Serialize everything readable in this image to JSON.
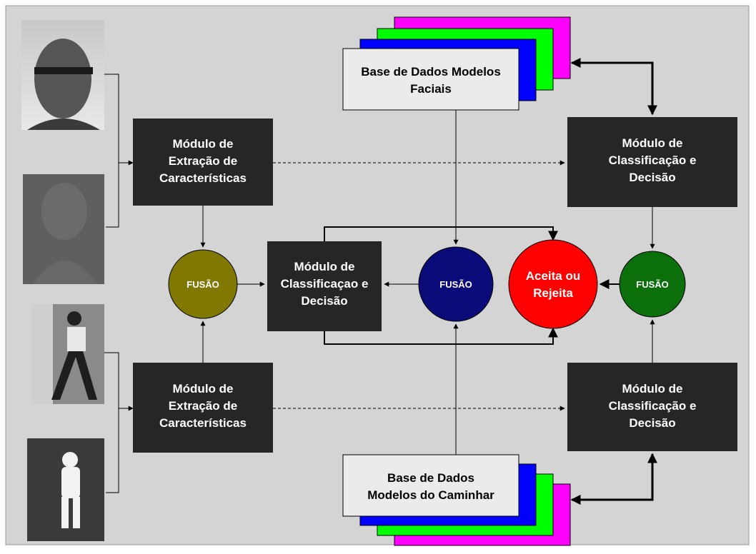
{
  "diagram": {
    "modules": {
      "extract_face": [
        "Módulo de",
        "Extração de",
        "Características"
      ],
      "extract_gait": [
        "Módulo de",
        "Extração de",
        "Características"
      ],
      "classify_face": [
        "Módulo de",
        "Classificação e",
        "Decisão"
      ],
      "classify_gait": [
        "Módulo de",
        "Classificação e",
        "Decisão"
      ],
      "classify_center": [
        "Módulo de",
        "Classificaçao e",
        "Decisão"
      ]
    },
    "fusion": {
      "left": "FUSÃO",
      "center": "FUSÃO",
      "right": "FUSÃO"
    },
    "decision": [
      "Aceita ou",
      "Rejeita"
    ],
    "databases": {
      "face": [
        "Base de Dados Modelos",
        "Faciais"
      ],
      "gait": [
        "Base de Dados",
        "Modelos do Caminhar"
      ]
    },
    "colors": {
      "background": "#d4d4d4",
      "module": "#262626",
      "fusion_left": "#807800",
      "fusion_center": "#0a0a78",
      "fusion_right": "#0b700b",
      "decision": "#ff0000",
      "stack_magenta": "#ff00ff",
      "stack_green": "#00ff00",
      "stack_blue": "#0000ff",
      "db_front": "#ebebeb"
    }
  }
}
